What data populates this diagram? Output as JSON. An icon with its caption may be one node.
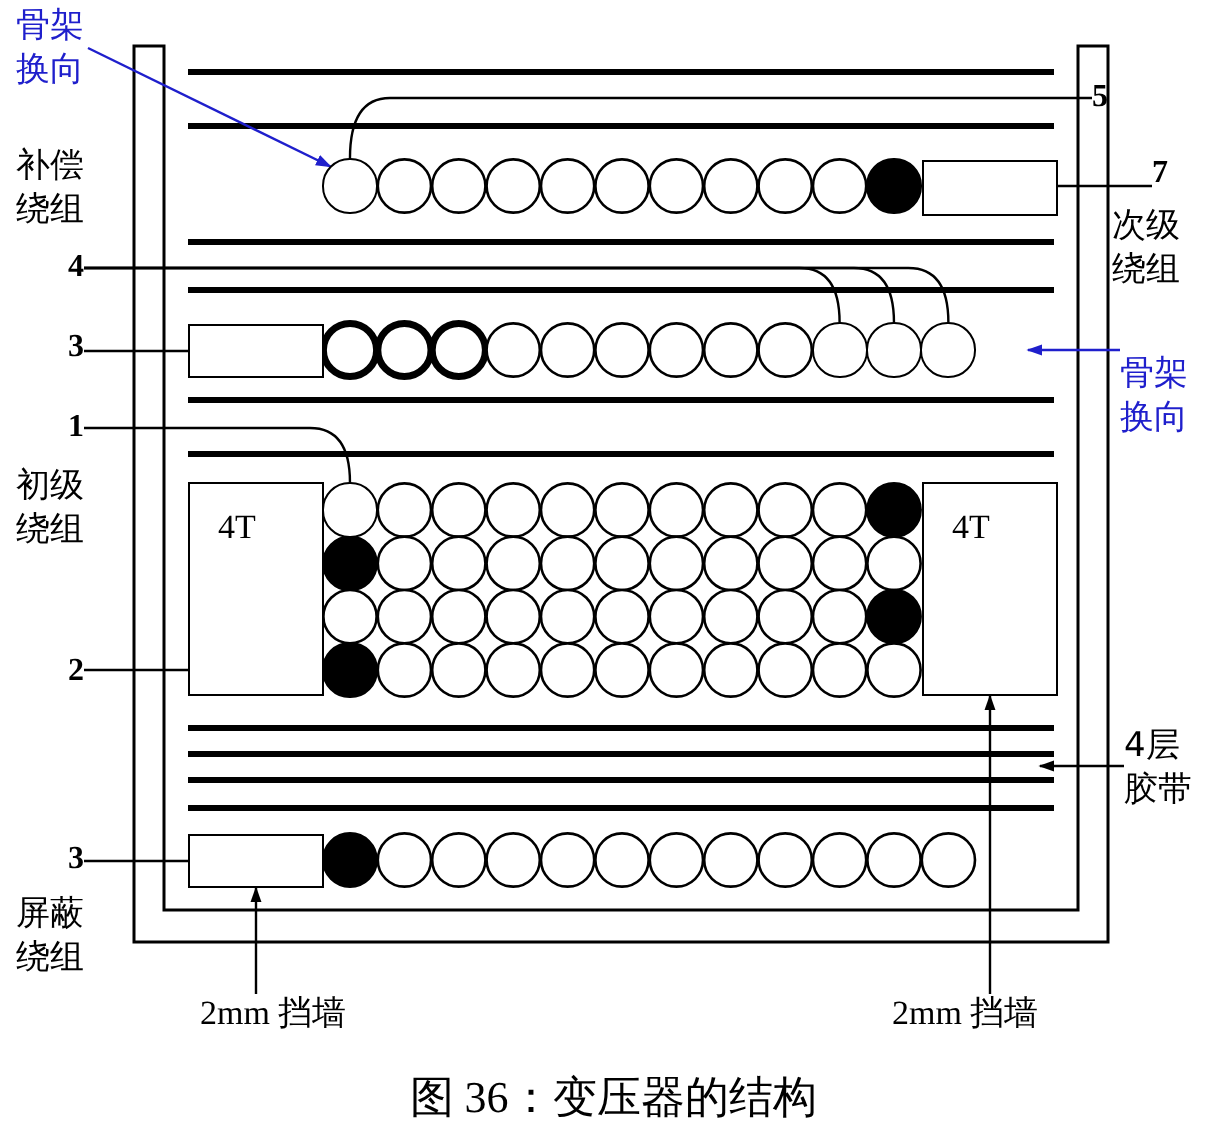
{
  "diagram": {
    "caption": "图 36：变压器的结构",
    "nodes": [
      {
        "text": [
          "骨架换向"
        ]
      },
      {
        "text": [
          "5"
        ]
      },
      {
        "text": [],
        "shape": "circle"
      },
      {
        "text": [],
        "shape": "circle"
      },
      {
        "text": [],
        "shape": "box"
      },
      {
        "text": [
          "7"
        ]
      },
      {
        "text": [
          "4"
        ]
      },
      {
        "text": [
          "3"
        ]
      },
      {
        "text": [],
        "shape": "box"
      },
      {
        "text": [],
        "shape": "circle"
      },
      {
        "text": [],
        "shape": "circle"
      },
      {
        "text": [],
        "shape": "circle"
      },
      {
        "text": [
          "骨架换向"
        ]
      },
      {
        "text": [
          "1"
        ]
      },
      {
        "text": [],
        "shape": "circle"
      },
      {
        "text": [
          "4T"
        ]
      },
      {
        "text": [
          "4T"
        ]
      },
      {
        "text": [
          "2"
        ]
      },
      {
        "text": [],
        "shape": "circle"
      },
      {
        "text": [
          "4层胶带"
        ]
      },
      {
        "text": [
          "3"
        ]
      },
      {
        "text": [],
        "shape": "box"
      },
      {
        "text": [
          "2mm 挡墙"
        ]
      },
      {
        "text": [
          "2mm 挡墙"
        ]
      }
    ],
    "edges": [
      {
        "from": 0,
        "to": 2,
        "arrow": "to",
        "color": "#1f1fcc"
      },
      {
        "from": 1,
        "to": 2,
        "arrow": "none"
      },
      {
        "from": 5,
        "to": 3,
        "arrow": "none"
      },
      {
        "from": 6,
        "to": 9,
        "arrow": "none"
      },
      {
        "from": 6,
        "to": 10,
        "arrow": "none"
      },
      {
        "from": 6,
        "to": 11,
        "arrow": "none"
      },
      {
        "from": 7,
        "to": 8,
        "arrow": "none"
      },
      {
        "from": 12,
        "to": 11,
        "arrow": "to",
        "color": "#1f1fcc"
      },
      {
        "from": 13,
        "to": 14,
        "arrow": "none"
      },
      {
        "from": 17,
        "to": 18,
        "arrow": "none"
      },
      {
        "from": 19,
        "to": null,
        "arrow": "to"
      },
      {
        "from": 20,
        "to": 21,
        "arrow": "none"
      },
      {
        "from": 22,
        "to": 21,
        "arrow": "to"
      },
      {
        "from": 23,
        "to": 16,
        "arrow": "to"
      }
    ],
    "labels": [
      "补偿绕组",
      "次级绕组",
      "初级绕组",
      "屏蔽绕组"
    ]
  }
}
